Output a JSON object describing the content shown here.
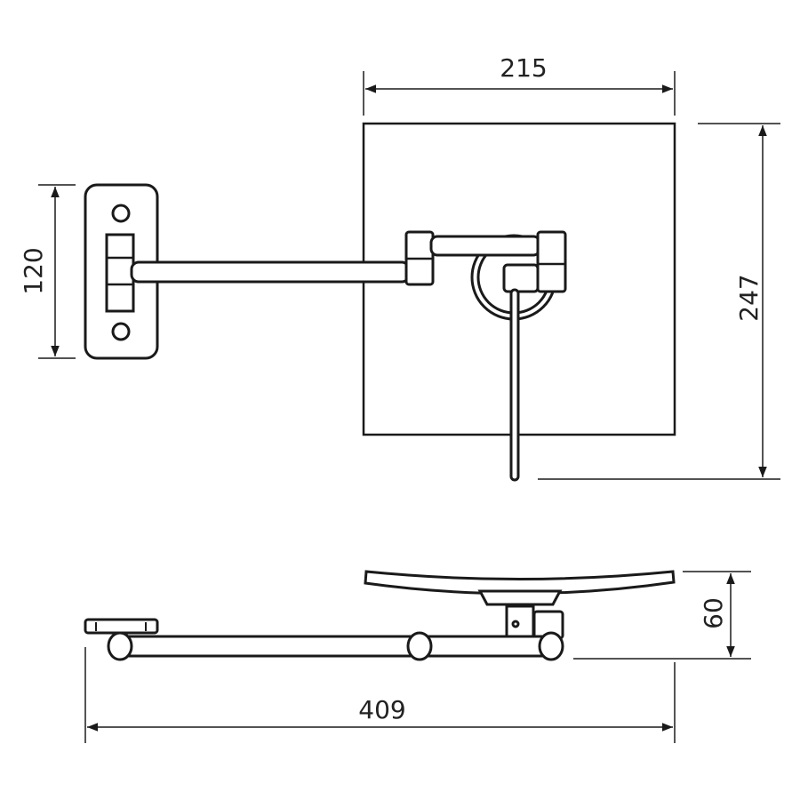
{
  "drawing": {
    "top_view": {
      "width_label": "215",
      "height_label": "247",
      "plate_height_label": "120"
    },
    "side_view": {
      "length_label": "409",
      "depth_label": "60"
    },
    "colors": {
      "line": "#1a1a1a",
      "background": "#ffffff"
    }
  }
}
